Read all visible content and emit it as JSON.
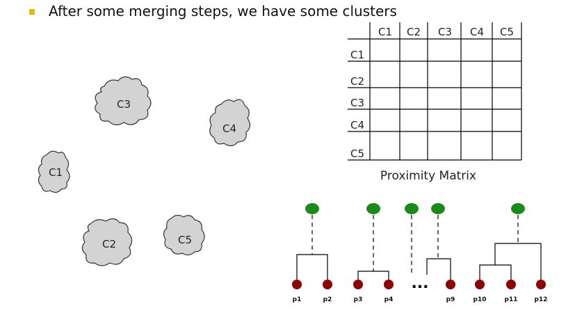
{
  "header": {
    "bullet_text": "After some merging steps, we have some clusters"
  },
  "colors": {
    "bullet": "#f0b400",
    "blob_fill": "#d3d3d3",
    "blob_stroke": "#333333",
    "root_node": "#1a8a1a",
    "leaf_node": "#8b0000",
    "line": "#000000"
  },
  "clusters": [
    {
      "label": "C3"
    },
    {
      "label": "C4"
    },
    {
      "label": "C1"
    },
    {
      "label": "C2"
    },
    {
      "label": "C5"
    }
  ],
  "matrix": {
    "column_labels": [
      "C1",
      "C2",
      "C3",
      "C4",
      "C5"
    ],
    "row_labels": [
      "C1",
      "C2",
      "C3",
      "C4",
      "C5"
    ],
    "caption": "Proximity Matrix"
  },
  "dendrograms": {
    "leaf_labels": [
      "p1",
      "p2",
      "p3",
      "p4",
      "p9",
      "p10",
      "p11",
      "p12"
    ],
    "ellipsis": "..."
  }
}
